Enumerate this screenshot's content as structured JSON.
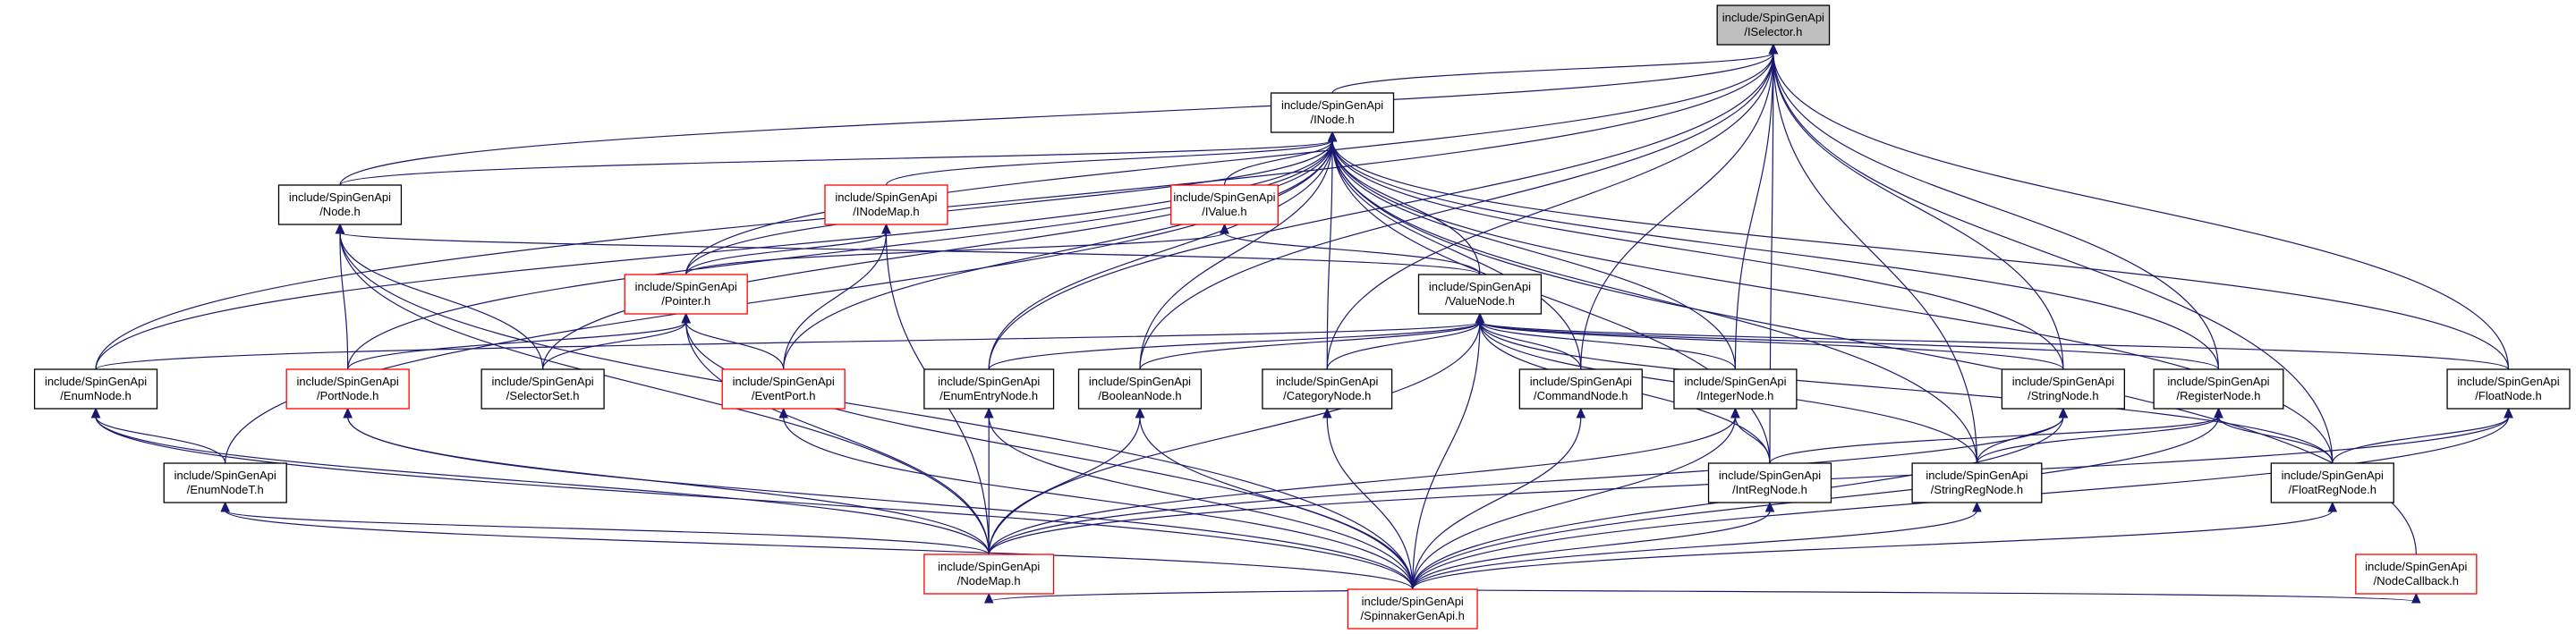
{
  "colors": {
    "edge": "#191970",
    "node_border": "#000000",
    "node_border_red": "#ff0000",
    "root_fill": "#bfbfbf",
    "node_fill": "#ffffff"
  },
  "nodes": [
    {
      "id": "ISelector",
      "lines": [
        "include/SpinGenApi",
        "/ISelector.h"
      ],
      "style": "root"
    },
    {
      "id": "INode",
      "lines": [
        "include/SpinGenApi",
        "/INode.h"
      ],
      "style": "normal"
    },
    {
      "id": "Node",
      "lines": [
        "include/SpinGenApi",
        "/Node.h"
      ],
      "style": "normal"
    },
    {
      "id": "INodeMap",
      "lines": [
        "include/SpinGenApi",
        "/INodeMap.h"
      ],
      "style": "red"
    },
    {
      "id": "IValue",
      "lines": [
        "include/SpinGenApi",
        "/IValue.h"
      ],
      "style": "red"
    },
    {
      "id": "Pointer",
      "lines": [
        "include/SpinGenApi",
        "/Pointer.h"
      ],
      "style": "red"
    },
    {
      "id": "ValueNode",
      "lines": [
        "include/SpinGenApi",
        "/ValueNode.h"
      ],
      "style": "normal"
    },
    {
      "id": "EnumNode",
      "lines": [
        "include/SpinGenApi",
        "/EnumNode.h"
      ],
      "style": "normal"
    },
    {
      "id": "PortNode",
      "lines": [
        "include/SpinGenApi",
        "/PortNode.h"
      ],
      "style": "red"
    },
    {
      "id": "SelectorSet",
      "lines": [
        "include/SpinGenApi",
        "/SelectorSet.h"
      ],
      "style": "normal"
    },
    {
      "id": "EventPort",
      "lines": [
        "include/SpinGenApi",
        "/EventPort.h"
      ],
      "style": "red"
    },
    {
      "id": "EnumEntryNode",
      "lines": [
        "include/SpinGenApi",
        "/EnumEntryNode.h"
      ],
      "style": "normal"
    },
    {
      "id": "BooleanNode",
      "lines": [
        "include/SpinGenApi",
        "/BooleanNode.h"
      ],
      "style": "normal"
    },
    {
      "id": "CategoryNode",
      "lines": [
        "include/SpinGenApi",
        "/CategoryNode.h"
      ],
      "style": "normal"
    },
    {
      "id": "CommandNode",
      "lines": [
        "include/SpinGenApi",
        "/CommandNode.h"
      ],
      "style": "normal"
    },
    {
      "id": "IntegerNode",
      "lines": [
        "include/SpinGenApi",
        "/IntegerNode.h"
      ],
      "style": "normal"
    },
    {
      "id": "StringNode",
      "lines": [
        "include/SpinGenApi",
        "/StringNode.h"
      ],
      "style": "normal"
    },
    {
      "id": "RegisterNode",
      "lines": [
        "include/SpinGenApi",
        "/RegisterNode.h"
      ],
      "style": "normal"
    },
    {
      "id": "FloatNode",
      "lines": [
        "include/SpinGenApi",
        "/FloatNode.h"
      ],
      "style": "normal"
    },
    {
      "id": "EnumNodeT",
      "lines": [
        "include/SpinGenApi",
        "/EnumNodeT.h"
      ],
      "style": "normal"
    },
    {
      "id": "IntRegNode",
      "lines": [
        "include/SpinGenApi",
        "/IntRegNode.h"
      ],
      "style": "normal"
    },
    {
      "id": "StringRegNode",
      "lines": [
        "include/SpinGenApi",
        "/StringRegNode.h"
      ],
      "style": "normal"
    },
    {
      "id": "FloatRegNode",
      "lines": [
        "include/SpinGenApi",
        "/FloatRegNode.h"
      ],
      "style": "normal"
    },
    {
      "id": "NodeMap",
      "lines": [
        "include/SpinGenApi",
        "/NodeMap.h"
      ],
      "style": "red"
    },
    {
      "id": "NodeCallback",
      "lines": [
        "include/SpinGenApi",
        "/NodeCallback.h"
      ],
      "style": "red"
    },
    {
      "id": "SpinnakerGenApi",
      "lines": [
        "include/SpinGenApi",
        "/SpinnakerGenApi.h"
      ],
      "style": "red"
    }
  ],
  "edges": [
    [
      "INode",
      "ISelector"
    ],
    [
      "Node",
      "ISelector"
    ],
    [
      "Pointer",
      "ISelector"
    ],
    [
      "EnumNode",
      "ISelector"
    ],
    [
      "EnumEntryNode",
      "ISelector"
    ],
    [
      "BooleanNode",
      "ISelector"
    ],
    [
      "CategoryNode",
      "ISelector"
    ],
    [
      "CommandNode",
      "ISelector"
    ],
    [
      "IntegerNode",
      "ISelector"
    ],
    [
      "IntRegNode",
      "ISelector"
    ],
    [
      "StringNode",
      "ISelector"
    ],
    [
      "RegisterNode",
      "ISelector"
    ],
    [
      "FloatNode",
      "ISelector"
    ],
    [
      "StringRegNode",
      "ISelector"
    ],
    [
      "FloatRegNode",
      "ISelector"
    ],
    [
      "Node",
      "INode"
    ],
    [
      "INodeMap",
      "INode"
    ],
    [
      "IValue",
      "INode"
    ],
    [
      "Pointer",
      "INode"
    ],
    [
      "ValueNode",
      "INode"
    ],
    [
      "EnumNode",
      "INode"
    ],
    [
      "EnumNodeT",
      "INode"
    ],
    [
      "PortNode",
      "INode"
    ],
    [
      "SelectorSet",
      "INode"
    ],
    [
      "EventPort",
      "INode"
    ],
    [
      "EnumEntryNode",
      "INode"
    ],
    [
      "BooleanNode",
      "INode"
    ],
    [
      "CategoryNode",
      "INode"
    ],
    [
      "CommandNode",
      "INode"
    ],
    [
      "IntegerNode",
      "INode"
    ],
    [
      "IntRegNode",
      "INode"
    ],
    [
      "StringNode",
      "INode"
    ],
    [
      "StringRegNode",
      "INode"
    ],
    [
      "RegisterNode",
      "INode"
    ],
    [
      "FloatNode",
      "INode"
    ],
    [
      "FloatRegNode",
      "INode"
    ],
    [
      "NodeCallback",
      "INode"
    ],
    [
      "ValueNode",
      "Node"
    ],
    [
      "PortNode",
      "Node"
    ],
    [
      "SelectorSet",
      "Node"
    ],
    [
      "NodeMap",
      "Node"
    ],
    [
      "SpinnakerGenApi",
      "Node"
    ],
    [
      "Pointer",
      "INodeMap"
    ],
    [
      "EventPort",
      "INodeMap"
    ],
    [
      "NodeMap",
      "INodeMap"
    ],
    [
      "Pointer",
      "IValue"
    ],
    [
      "ValueNode",
      "IValue"
    ],
    [
      "PortNode",
      "Pointer"
    ],
    [
      "SelectorSet",
      "Pointer"
    ],
    [
      "EventPort",
      "Pointer"
    ],
    [
      "NodeMap",
      "Pointer"
    ],
    [
      "SpinnakerGenApi",
      "Pointer"
    ],
    [
      "EnumNode",
      "ValueNode"
    ],
    [
      "EnumEntryNode",
      "ValueNode"
    ],
    [
      "BooleanNode",
      "ValueNode"
    ],
    [
      "CategoryNode",
      "ValueNode"
    ],
    [
      "CommandNode",
      "ValueNode"
    ],
    [
      "IntegerNode",
      "ValueNode"
    ],
    [
      "IntRegNode",
      "ValueNode"
    ],
    [
      "StringNode",
      "ValueNode"
    ],
    [
      "StringRegNode",
      "ValueNode"
    ],
    [
      "RegisterNode",
      "ValueNode"
    ],
    [
      "FloatNode",
      "ValueNode"
    ],
    [
      "FloatRegNode",
      "ValueNode"
    ],
    [
      "NodeMap",
      "ValueNode"
    ],
    [
      "SpinnakerGenApi",
      "ValueNode"
    ],
    [
      "EnumNodeT",
      "EnumNode"
    ],
    [
      "NodeMap",
      "EnumNode"
    ],
    [
      "SpinnakerGenApi",
      "EnumNode"
    ],
    [
      "NodeMap",
      "PortNode"
    ],
    [
      "SpinnakerGenApi",
      "PortNode"
    ],
    [
      "SpinnakerGenApi",
      "EventPort"
    ],
    [
      "NodeMap",
      "EnumEntryNode"
    ],
    [
      "SpinnakerGenApi",
      "EnumEntryNode"
    ],
    [
      "NodeMap",
      "BooleanNode"
    ],
    [
      "SpinnakerGenApi",
      "BooleanNode"
    ],
    [
      "SpinnakerGenApi",
      "CategoryNode"
    ],
    [
      "SpinnakerGenApi",
      "CommandNode"
    ],
    [
      "IntRegNode",
      "IntegerNode"
    ],
    [
      "NodeMap",
      "IntegerNode"
    ],
    [
      "SpinnakerGenApi",
      "IntegerNode"
    ],
    [
      "StringRegNode",
      "StringNode"
    ],
    [
      "NodeMap",
      "StringNode"
    ],
    [
      "SpinnakerGenApi",
      "StringNode"
    ],
    [
      "IntRegNode",
      "RegisterNode"
    ],
    [
      "StringRegNode",
      "RegisterNode"
    ],
    [
      "FloatRegNode",
      "RegisterNode"
    ],
    [
      "SpinnakerGenApi",
      "RegisterNode"
    ],
    [
      "FloatRegNode",
      "FloatNode"
    ],
    [
      "NodeMap",
      "FloatNode"
    ],
    [
      "SpinnakerGenApi",
      "FloatNode"
    ],
    [
      "NodeMap",
      "EnumNodeT"
    ],
    [
      "SpinnakerGenApi",
      "EnumNodeT"
    ],
    [
      "SpinnakerGenApi",
      "IntRegNode"
    ],
    [
      "SpinnakerGenApi",
      "StringRegNode"
    ],
    [
      "SpinnakerGenApi",
      "FloatRegNode"
    ],
    [
      "SpinnakerGenApi",
      "NodeMap"
    ],
    [
      "SpinnakerGenApi",
      "NodeCallback"
    ]
  ]
}
